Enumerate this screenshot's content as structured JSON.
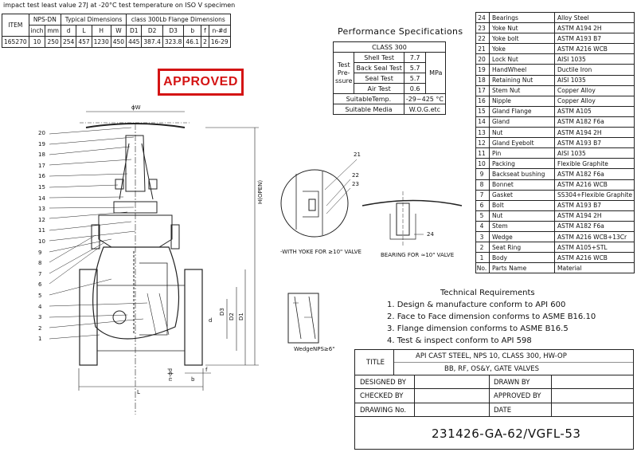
{
  "note": "impact test least value   27J at -20°C test temperature on ISO V specimen",
  "dims": {
    "header": {
      "item": "ITEM",
      "nps_dn": "NPS-DN",
      "typical": "Typical Dimensions",
      "flange": "class 300Lb Flange Dimensions"
    },
    "subheader": [
      "inch",
      "mm",
      "d",
      "L",
      "H",
      "W",
      "D1",
      "D2",
      "D3",
      "b",
      "f",
      "n-#d"
    ],
    "row": [
      "165270",
      "10",
      "250",
      "254",
      "457",
      "1230",
      "450",
      "445",
      "387.4",
      "323.8",
      "46.1",
      "2",
      "16-29"
    ]
  },
  "stamp": "APPROVED",
  "performance": {
    "title": "Performance Specifications",
    "class": "CLASS 300",
    "group_label": "Test Pre- ssure",
    "unit": "MPa",
    "rows": [
      {
        "label": "Shell Test",
        "value": "7.7"
      },
      {
        "label": "Back Seal Test",
        "value": "5.7"
      },
      {
        "label": "Seal Test",
        "value": "5.7"
      },
      {
        "label": "Air Test",
        "value": "0.6"
      }
    ],
    "temp_label": "SuitableTemp.",
    "temp_value": "-29~425 °C",
    "media_label": "Suitable Media",
    "media_value": "W.O.G.etc"
  },
  "parts": [
    [
      "24",
      "Bearings",
      "Alloy Steel"
    ],
    [
      "23",
      "Yoke Nut",
      "ASTM A194 2H"
    ],
    [
      "22",
      "Yoke bolt",
      "ASTM A193 B7"
    ],
    [
      "21",
      "Yoke",
      "ASTM A216 WCB"
    ],
    [
      "20",
      "Lock Nut",
      "AISI 1035"
    ],
    [
      "19",
      "HandWheel",
      "Ductile Iron"
    ],
    [
      "18",
      "Retaining Nut",
      "AISI 1035"
    ],
    [
      "17",
      "Stem Nut",
      "Copper Alloy"
    ],
    [
      "16",
      "Nipple",
      "Copper Alloy"
    ],
    [
      "15",
      "Gland Flange",
      "ASTM A105"
    ],
    [
      "14",
      "Gland",
      "ASTM A182 F6a"
    ],
    [
      "13",
      "Nut",
      "ASTM A194 2H"
    ],
    [
      "12",
      "Gland Eyebolt",
      "ASTM A193 B7"
    ],
    [
      "11",
      "Pin",
      "AISI 1035"
    ],
    [
      "10",
      "Packing",
      "Flexible Graphite"
    ],
    [
      "9",
      "Backseat bushing",
      "ASTM A182 F6a"
    ],
    [
      "8",
      "Bonnet",
      "ASTM A216 WCB"
    ],
    [
      "7",
      "Gasket",
      "SS304+Flexible Graphite"
    ],
    [
      "6",
      "Bolt",
      "ASTM A193 B7"
    ],
    [
      "5",
      "Nut",
      "ASTM A194 2H"
    ],
    [
      "4",
      "Stem",
      "ASTM A182 F6a"
    ],
    [
      "3",
      "Wedge",
      "ASTM A216 WCB+13Cr"
    ],
    [
      "2",
      "Seat Ring",
      "ASTM A105+STL"
    ],
    [
      "1",
      "Body",
      "ASTM A216 WCB"
    ],
    [
      "No.",
      "Parts Name",
      "Material"
    ]
  ],
  "tech": {
    "title": "Technical Requirements",
    "items": [
      "1. Design & manufacture conform to API 600",
      "2. Face to Face dimension conforms to ASME B16.10",
      "3. Flange dimension conforms to ASME B16.5",
      "4. Test & inspect conform to API 598"
    ]
  },
  "title_block": {
    "title_label": "TITLE",
    "title_line1": "API CAST STEEL, NPS 10, CLASS 300, HW-OP",
    "title_line2": "BB, RF, OS&Y, GATE VALVES",
    "designed_by": "DESIGNED BY",
    "drawn_by": "DRAWN BY",
    "checked_by": "CHECKED  BY",
    "approved_by": "APPROVED BY",
    "drawing_no_label": "DRAWING No.",
    "date_label": "DATE",
    "drawing_no": "231426-GA-62/VGFL-53"
  },
  "drawing": {
    "balloons": [
      "20",
      "19",
      "18",
      "17",
      "16",
      "15",
      "14",
      "13",
      "12",
      "11",
      "10",
      "9",
      "8",
      "7",
      "6",
      "5",
      "4",
      "3",
      "2",
      "1"
    ],
    "dim_labels": {
      "w": "ϕW",
      "h": "H(OPEN)",
      "d": "d",
      "d3": "D3",
      "d2": "D2",
      "d1": "D1",
      "l": "L",
      "nd": "n-ϕd",
      "b": "b",
      "f": "f"
    },
    "detail_labels": [
      "21",
      "22",
      "23",
      "24"
    ],
    "yoke_caption": "-WITH YOKE FOR ≥10\" VALVE",
    "bearing_caption": "BEARING FOR ≈10\" VALVE",
    "wedge_caption": "WedgeNPS≥6\""
  }
}
